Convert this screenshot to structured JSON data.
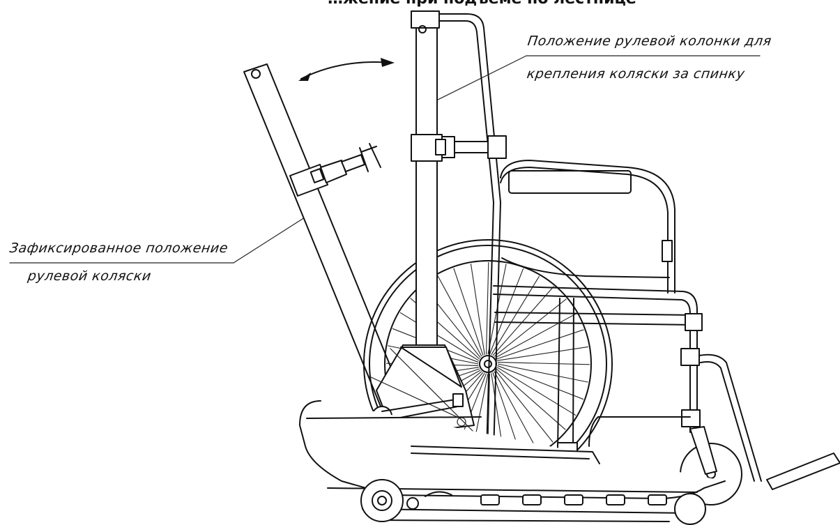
{
  "title_fragment": "…жение при подъёме по лестнице",
  "annotations": {
    "column_position_line1": "Положение рулевой колонки для",
    "column_position_line2": "крепления коляски за спинку",
    "fixed_position_line1": "Зафиксированное положение",
    "fixed_position_line2": "рулевой коляски"
  },
  "colors": {
    "line": "#111111",
    "background": "#ffffff"
  }
}
